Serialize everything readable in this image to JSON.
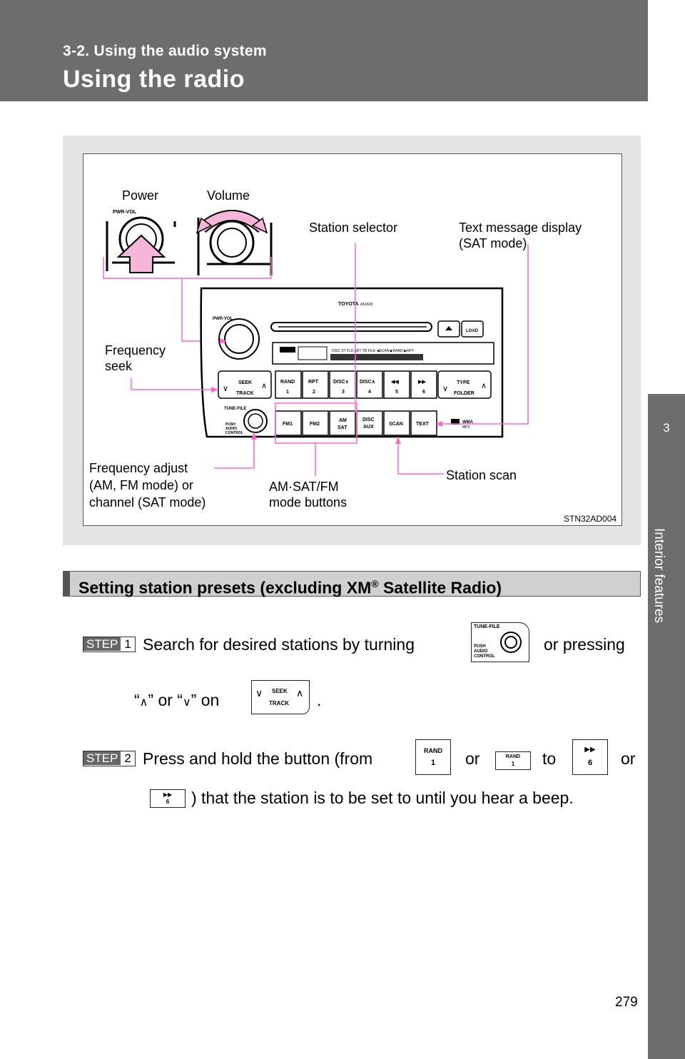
{
  "header": {
    "section": "3-2. Using the audio system",
    "title": "Using the radio"
  },
  "side_tab": {
    "chapter_number": "3",
    "chapter_label": "Interior features"
  },
  "figure": {
    "labels": {
      "power": "Power",
      "volume": "Volume",
      "station_selector": "Station selector",
      "text_message_display": "Text message display\n(SAT mode)",
      "frequency_seek": "Frequency\nseek",
      "frequency_adjust": "Frequency adjust\n(AM, FM mode) or\nchannel (SAT mode)",
      "mode_buttons": "AM·SAT/FM\nmode buttons",
      "station_scan": "Station scan"
    },
    "code": "STN32AD004",
    "unit": {
      "brand": "TOYOTA",
      "model": "A51828",
      "pwr_vol": "PWR-VOL",
      "load": "LOAD",
      "tune_file": "TUNE-FILE",
      "push_audio_control": [
        "PUSH",
        "AUDIO",
        "CONTROL"
      ],
      "seek_track": [
        "SEEK",
        "TRACK"
      ],
      "type_folder": [
        "TYPE",
        "FOLDER"
      ],
      "preset_buttons": [
        {
          "top": "RAND",
          "num": "1"
        },
        {
          "top": "RPT",
          "num": "2"
        },
        {
          "top": "DISC∨",
          "num": "3"
        },
        {
          "top": "DISC∧",
          "num": "4"
        },
        {
          "top": "◀◀",
          "num": "5"
        },
        {
          "top": "▶▶",
          "num": "6"
        }
      ],
      "mode_buttons": [
        "FM1",
        "FM2",
        "AM SAT",
        "DISC AUX",
        "SCAN",
        "TEXT"
      ],
      "wma_mp3": "WMA MP3"
    }
  },
  "section": {
    "title_main": "Setting station presets (excluding XM",
    "title_sup": "®",
    "title_end": " Satellite Radio)"
  },
  "steps": [
    {
      "badge_word": "STEP",
      "badge_num": "1",
      "line1_a": "Search  for  desired  stations  by  turning",
      "line1_b": "or  pressing",
      "line2_a": "“",
      "line2_up": "∧",
      "line2_b": "” or “",
      "line2_down": "∨",
      "line2_c": "” on",
      "line2_d": "."
    },
    {
      "badge_word": "STEP",
      "badge_num": "2",
      "line1_a": "Press  and  hold  the  button  (from",
      "line1_or1": "or",
      "line1_to": "to",
      "line1_or2": "or",
      "line2": ") that the station is to be set to until you hear a beep."
    }
  ],
  "inline_icons": {
    "tune_file": "TUNE-FILE",
    "push_audio_control": [
      "PUSH",
      "AUDIO",
      "CONTROL"
    ],
    "seek": "SEEK",
    "track": "TRACK",
    "rand": "RAND",
    "one": "1",
    "ff": "▶▶",
    "six": "6"
  },
  "page_number": "279",
  "colors": {
    "header_bg": "#6d6d6d",
    "figure_bg": "#e4e4e4",
    "leader_lines": "#ff66cc",
    "arrow_fill": "#f6b6da"
  }
}
